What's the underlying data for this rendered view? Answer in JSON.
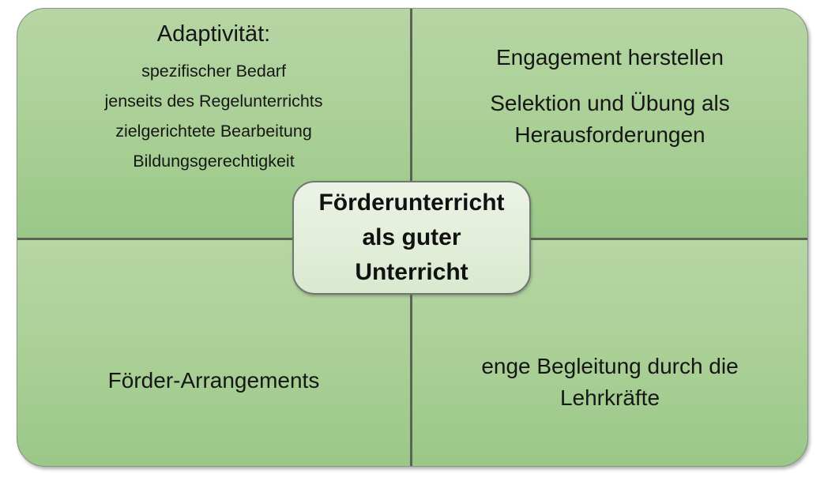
{
  "diagram": {
    "type": "four-quadrant-smartart",
    "quadrants": {
      "top_left": {
        "heading": "Adaptivität:",
        "items": [
          "spezifischer Bedarf",
          "jenseits des Regelunterrichts",
          "zielgerichtete Bearbeitung",
          "Bildungsgerechtigkeit"
        ]
      },
      "top_right": {
        "lines": [
          "Engagement herstellen",
          "Selektion und Übung als Herausforderungen"
        ]
      },
      "bottom_left": {
        "label": "Förder-Arrangements"
      },
      "bottom_right": {
        "label": "enge Begleitung durch die Lehrkräfte"
      }
    },
    "center": {
      "lines": [
        "Förderunterricht",
        "als guter",
        "Unterricht"
      ]
    },
    "colors": {
      "quadrant_gradient_top": "#b6d6a4",
      "quadrant_gradient_bottom": "#9ac887",
      "divider": "#5b6354",
      "outer_border": "#8b958b",
      "center_box_top": "#ecf3e6",
      "center_box_bottom": "#d9e8cf",
      "center_box_border": "#6f786f",
      "text": "#161616"
    }
  }
}
